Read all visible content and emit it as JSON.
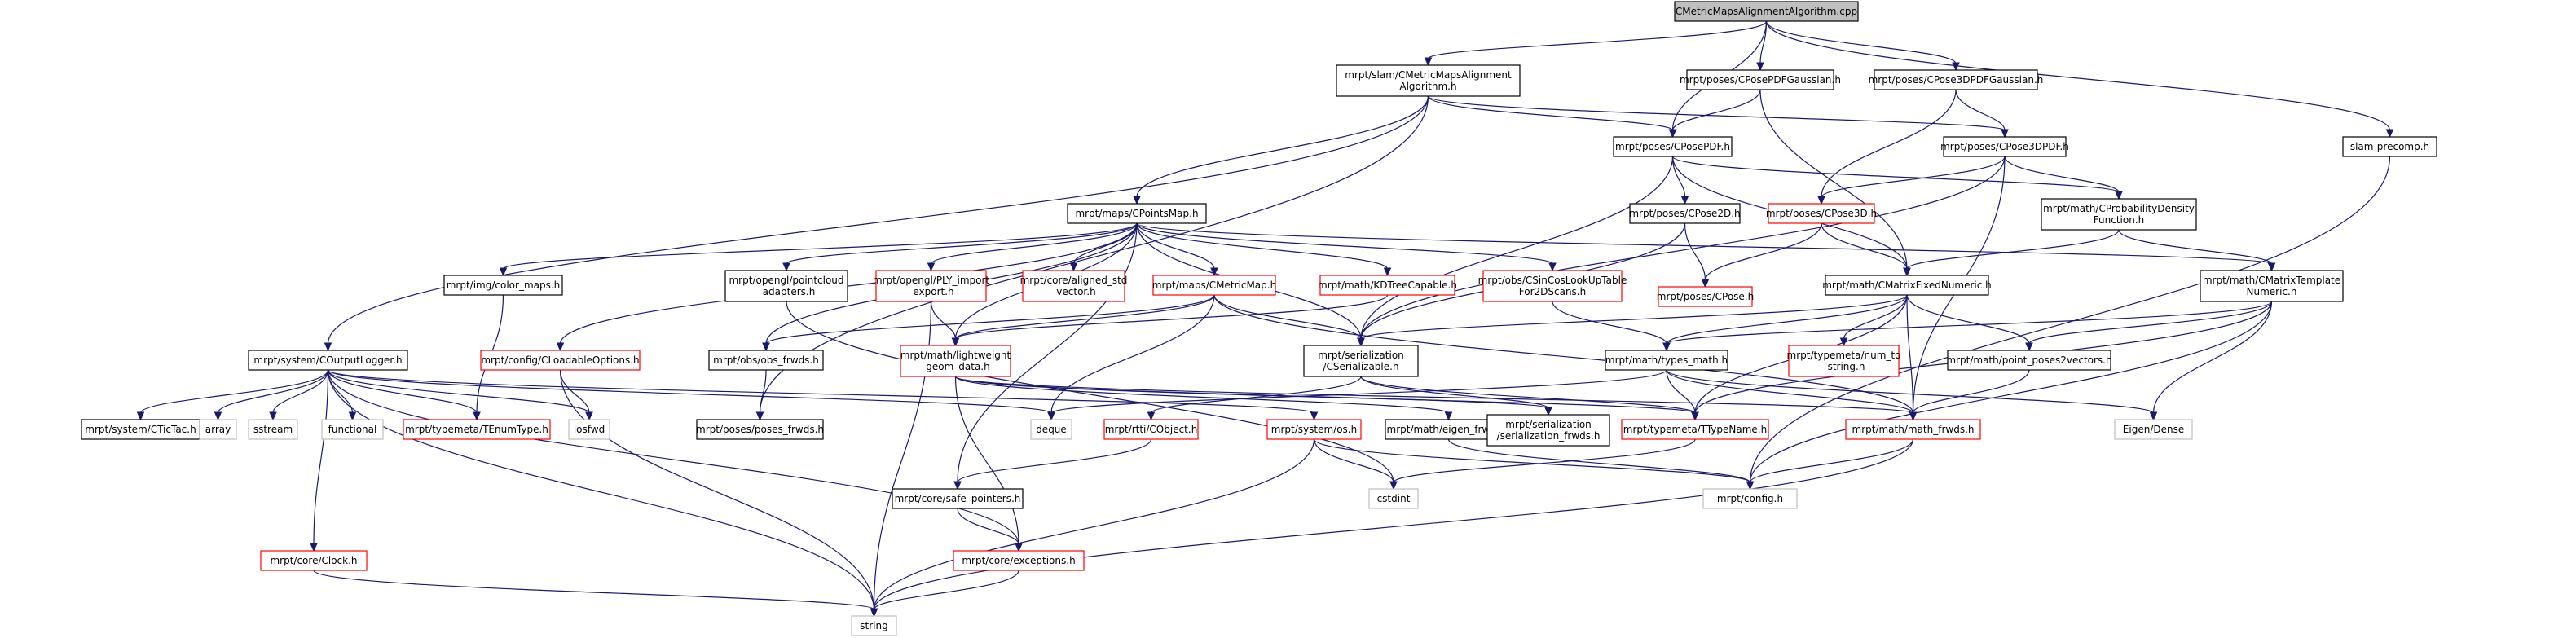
{
  "colors": {
    "edge": "#191970",
    "border_normal": "#000000",
    "border_missing": "#ff0000",
    "border_system": "#bfbfbf",
    "fill_root": "#bfbfbf",
    "fill_default": "#ffffff"
  },
  "nodes": [
    {
      "id": "root",
      "lines": [
        "CMetricMapsAlignmentAlgorithm.cpp"
      ],
      "style": "root"
    },
    {
      "id": "cmaa",
      "lines": [
        "mrpt/slam/CMetricMapsAlignment",
        "Algorithm.h"
      ],
      "style": "normal"
    },
    {
      "id": "cposepdfg",
      "lines": [
        "mrpt/poses/CPosePDFGaussian.h"
      ],
      "style": "normal"
    },
    {
      "id": "cpose3dpdfg",
      "lines": [
        "mrpt/poses/CPose3DPDFGaussian.h"
      ],
      "style": "normal"
    },
    {
      "id": "slampre",
      "lines": [
        "slam-precomp.h"
      ],
      "style": "normal"
    },
    {
      "id": "cposepdf",
      "lines": [
        "mrpt/poses/CPosePDF.h"
      ],
      "style": "normal"
    },
    {
      "id": "cpose3dpdf",
      "lines": [
        "mrpt/poses/CPose3DPDF.h"
      ],
      "style": "normal"
    },
    {
      "id": "cpointsmap",
      "lines": [
        "mrpt/maps/CPointsMap.h"
      ],
      "style": "normal"
    },
    {
      "id": "cpose2d",
      "lines": [
        "mrpt/poses/CPose2D.h"
      ],
      "style": "normal"
    },
    {
      "id": "cpose3d",
      "lines": [
        "mrpt/poses/CPose3D.h"
      ],
      "style": "missing"
    },
    {
      "id": "cprobdens",
      "lines": [
        "mrpt/math/CProbabilityDensity",
        "Function.h"
      ],
      "style": "normal"
    },
    {
      "id": "colormaps",
      "lines": [
        "mrpt/img/color_maps.h"
      ],
      "style": "normal"
    },
    {
      "id": "pcadapters",
      "lines": [
        "mrpt/opengl/pointcloud",
        "_adapters.h"
      ],
      "style": "normal"
    },
    {
      "id": "plyexport",
      "lines": [
        "mrpt/opengl/PLY_import",
        "_export.h"
      ],
      "style": "missing"
    },
    {
      "id": "alignedvec",
      "lines": [
        "mrpt/core/aligned_std",
        "_vector.h"
      ],
      "style": "missing"
    },
    {
      "id": "cmetricmap",
      "lines": [
        "mrpt/maps/CMetricMap.h"
      ],
      "style": "missing"
    },
    {
      "id": "kdtree",
      "lines": [
        "mrpt/math/KDTreeCapable.h"
      ],
      "style": "missing"
    },
    {
      "id": "csincos",
      "lines": [
        "mrpt/obs/CSinCosLookUpTable",
        "For2DScans.h"
      ],
      "style": "missing"
    },
    {
      "id": "cpose",
      "lines": [
        "mrpt/poses/CPose.h"
      ],
      "style": "missing"
    },
    {
      "id": "cmatfixed",
      "lines": [
        "mrpt/math/CMatrixFixedNumeric.h"
      ],
      "style": "normal"
    },
    {
      "id": "cmattempl",
      "lines": [
        "mrpt/math/CMatrixTemplate",
        "Numeric.h"
      ],
      "style": "normal"
    },
    {
      "id": "coutlog",
      "lines": [
        "mrpt/system/COutputLogger.h"
      ],
      "style": "normal"
    },
    {
      "id": "cloadable",
      "lines": [
        "mrpt/config/CLoadableOptions.h"
      ],
      "style": "missing"
    },
    {
      "id": "obsfrwds",
      "lines": [
        "mrpt/obs/obs_frwds.h"
      ],
      "style": "normal"
    },
    {
      "id": "lwgeom",
      "lines": [
        "mrpt/math/lightweight",
        "_geom_data.h"
      ],
      "style": "missing"
    },
    {
      "id": "cserial",
      "lines": [
        "mrpt/serialization",
        "/CSerializable.h"
      ],
      "style": "normal"
    },
    {
      "id": "typesmath",
      "lines": [
        "mrpt/math/types_math.h"
      ],
      "style": "normal"
    },
    {
      "id": "numtostr",
      "lines": [
        "mrpt/typemeta/num_to",
        "_string.h"
      ],
      "style": "missing"
    },
    {
      "id": "pointposes",
      "lines": [
        "mrpt/math/point_poses2vectors.h"
      ],
      "style": "normal"
    },
    {
      "id": "ctictac",
      "lines": [
        "mrpt/system/CTicTac.h"
      ],
      "style": "normal"
    },
    {
      "id": "array",
      "lines": [
        "array"
      ],
      "style": "system"
    },
    {
      "id": "sstream",
      "lines": [
        "sstream"
      ],
      "style": "system"
    },
    {
      "id": "functional",
      "lines": [
        "functional"
      ],
      "style": "system"
    },
    {
      "id": "tenumtype",
      "lines": [
        "mrpt/typemeta/TEnumType.h"
      ],
      "style": "missing"
    },
    {
      "id": "iosfwd",
      "lines": [
        "iosfwd"
      ],
      "style": "system"
    },
    {
      "id": "posesfrwds",
      "lines": [
        "mrpt/poses/poses_frwds.h"
      ],
      "style": "normal"
    },
    {
      "id": "deque",
      "lines": [
        "deque"
      ],
      "style": "system"
    },
    {
      "id": "crtti",
      "lines": [
        "mrpt/rtti/CObject.h"
      ],
      "style": "missing"
    },
    {
      "id": "systemos",
      "lines": [
        "mrpt/system/os.h"
      ],
      "style": "missing"
    },
    {
      "id": "eigenfrwds",
      "lines": [
        "mrpt/math/eigen_frwds.h"
      ],
      "style": "normal"
    },
    {
      "id": "serfrwds",
      "lines": [
        "mrpt/serialization",
        "/serialization_frwds.h"
      ],
      "style": "normal"
    },
    {
      "id": "ttypename",
      "lines": [
        "mrpt/typemeta/TTypeName.h"
      ],
      "style": "missing"
    },
    {
      "id": "mathfrwds",
      "lines": [
        "mrpt/math/math_frwds.h"
      ],
      "style": "missing"
    },
    {
      "id": "eigendense",
      "lines": [
        "Eigen/Dense"
      ],
      "style": "system"
    },
    {
      "id": "safeptr",
      "lines": [
        "mrpt/core/safe_pointers.h"
      ],
      "style": "normal"
    },
    {
      "id": "cstdint",
      "lines": [
        "cstdint"
      ],
      "style": "system"
    },
    {
      "id": "config",
      "lines": [
        "mrpt/config.h"
      ],
      "style": "system"
    },
    {
      "id": "exceptions",
      "lines": [
        "mrpt/core/exceptions.h"
      ],
      "style": "missing"
    },
    {
      "id": "clock",
      "lines": [
        "mrpt/core/Clock.h"
      ],
      "style": "missing"
    },
    {
      "id": "string",
      "lines": [
        "string"
      ],
      "style": "system"
    }
  ],
  "edges": [
    [
      "root",
      "cmaa"
    ],
    [
      "root",
      "cposepdfg"
    ],
    [
      "root",
      "cpose3dpdfg"
    ],
    [
      "root",
      "slampre"
    ],
    [
      "root",
      "cposepdf"
    ],
    [
      "cmaa",
      "cposepdf"
    ],
    [
      "cmaa",
      "cpose3dpdf"
    ],
    [
      "cmaa",
      "cpointsmap"
    ],
    [
      "cmaa",
      "coutlog"
    ],
    [
      "cmaa",
      "posesfrwds"
    ],
    [
      "cposepdfg",
      "cposepdf"
    ],
    [
      "cposepdfg",
      "cmatfixed"
    ],
    [
      "cpose3dpdfg",
      "cpose3dpdf"
    ],
    [
      "cpose3dpdfg",
      "cpose3d"
    ],
    [
      "slampre",
      "config"
    ],
    [
      "cposepdf",
      "cpose2d"
    ],
    [
      "cposepdf",
      "cprobdens"
    ],
    [
      "cposepdf",
      "cserial"
    ],
    [
      "cposepdf",
      "cmatfixed"
    ],
    [
      "cpose3dpdf",
      "cpose3d"
    ],
    [
      "cpose3dpdf",
      "cprobdens"
    ],
    [
      "cpose3dpdf",
      "cserial"
    ],
    [
      "cpose3dpdf",
      "mathfrwds"
    ],
    [
      "cpointsmap",
      "colormaps"
    ],
    [
      "cpointsmap",
      "pcadapters"
    ],
    [
      "cpointsmap",
      "plyexport"
    ],
    [
      "cpointsmap",
      "alignedvec"
    ],
    [
      "cpointsmap",
      "cmetricmap"
    ],
    [
      "cpointsmap",
      "kdtree"
    ],
    [
      "cpointsmap",
      "csincos"
    ],
    [
      "cpointsmap",
      "cmattempl"
    ],
    [
      "cpointsmap",
      "cloadable"
    ],
    [
      "cpointsmap",
      "obsfrwds"
    ],
    [
      "cpointsmap",
      "lwgeom"
    ],
    [
      "cpointsmap",
      "cserial"
    ],
    [
      "cpointsmap",
      "safeptr"
    ],
    [
      "cpose2d",
      "cpose"
    ],
    [
      "cpose2d",
      "cserial"
    ],
    [
      "cpose3d",
      "cpose"
    ],
    [
      "cpose3d",
      "cmatfixed"
    ],
    [
      "cprobdens",
      "cmatfixed"
    ],
    [
      "cprobdens",
      "cmattempl"
    ],
    [
      "colormaps",
      "tenumtype"
    ],
    [
      "pcadapters",
      "cstdint"
    ],
    [
      "plyexport",
      "lwgeom"
    ],
    [
      "plyexport",
      "string"
    ],
    [
      "cmetricmap",
      "obsfrwds"
    ],
    [
      "cmetricmap",
      "lwgeom"
    ],
    [
      "cmetricmap",
      "cserial"
    ],
    [
      "cmetricmap",
      "deque"
    ],
    [
      "cmetricmap",
      "mathfrwds"
    ],
    [
      "kdtree",
      "lwgeom"
    ],
    [
      "csincos",
      "typesmath"
    ],
    [
      "cmatfixed",
      "cserial"
    ],
    [
      "cmatfixed",
      "typesmath"
    ],
    [
      "cmatfixed",
      "numtostr"
    ],
    [
      "cmatfixed",
      "pointposes"
    ],
    [
      "cmatfixed",
      "mathfrwds"
    ],
    [
      "cmatfixed",
      "ttypename"
    ],
    [
      "cmattempl",
      "typesmath"
    ],
    [
      "cmattempl",
      "pointposes"
    ],
    [
      "cmattempl",
      "eigendense"
    ],
    [
      "cmattempl",
      "ttypename"
    ],
    [
      "cmattempl",
      "config"
    ],
    [
      "coutlog",
      "ctictac"
    ],
    [
      "coutlog",
      "array"
    ],
    [
      "coutlog",
      "sstream"
    ],
    [
      "coutlog",
      "functional"
    ],
    [
      "coutlog",
      "tenumtype"
    ],
    [
      "coutlog",
      "iosfwd"
    ],
    [
      "coutlog",
      "deque"
    ],
    [
      "coutlog",
      "systemos"
    ],
    [
      "coutlog",
      "clock"
    ],
    [
      "coutlog",
      "exceptions"
    ],
    [
      "coutlog",
      "string"
    ],
    [
      "cloadable",
      "iosfwd"
    ],
    [
      "cloadable",
      "string"
    ],
    [
      "obsfrwds",
      "posesfrwds"
    ],
    [
      "lwgeom",
      "eigenfrwds"
    ],
    [
      "lwgeom",
      "ttypename"
    ],
    [
      "lwgeom",
      "serfrwds"
    ],
    [
      "lwgeom",
      "mathfrwds"
    ],
    [
      "lwgeom",
      "exceptions"
    ],
    [
      "cserial",
      "crtti"
    ],
    [
      "cserial",
      "serfrwds"
    ],
    [
      "cserial",
      "ttypename"
    ],
    [
      "typesmath",
      "deque"
    ],
    [
      "typesmath",
      "mathfrwds"
    ],
    [
      "typesmath",
      "eigendense"
    ],
    [
      "typesmath",
      "ttypename"
    ],
    [
      "pointposes",
      "mathfrwds"
    ],
    [
      "crtti",
      "safeptr"
    ],
    [
      "systemos",
      "cstdint"
    ],
    [
      "systemos",
      "config"
    ],
    [
      "systemos",
      "string"
    ],
    [
      "eigenfrwds",
      "config"
    ],
    [
      "ttypename",
      "cstdint"
    ],
    [
      "mathfrwds",
      "config"
    ],
    [
      "mathfrwds",
      "string"
    ],
    [
      "safeptr",
      "exceptions"
    ],
    [
      "exceptions",
      "string"
    ],
    [
      "clock",
      "string"
    ]
  ]
}
